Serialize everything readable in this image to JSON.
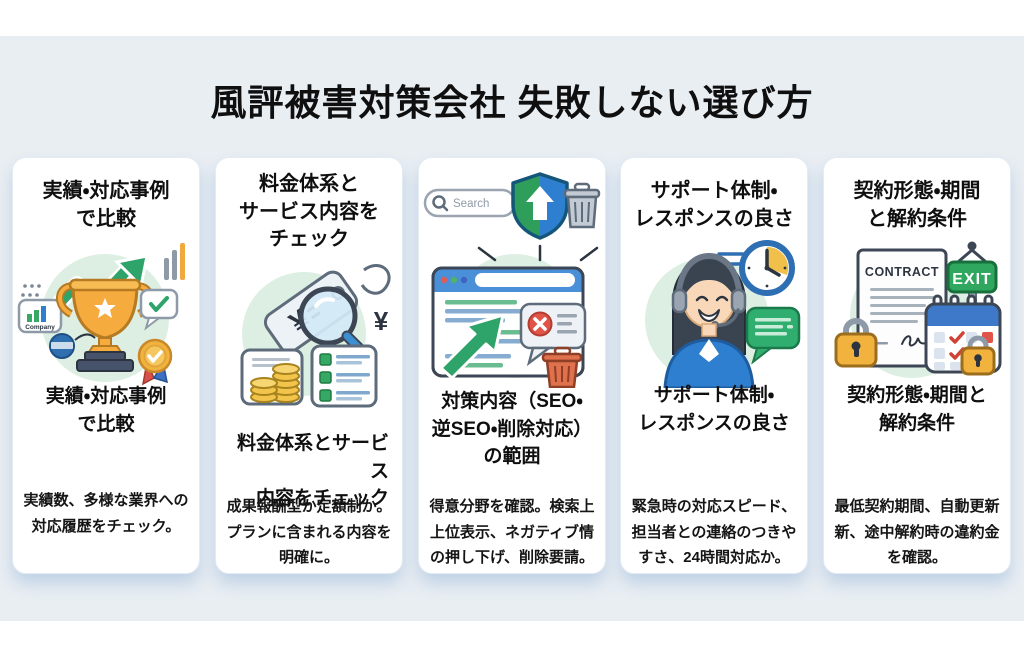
{
  "title": "風評被害対策会社 失敗しない選び方",
  "colors": {
    "page_background": "#ffffff",
    "panel_background": "#e9eef3",
    "card_background": "#ffffff",
    "heading_text": "#0f0f0f",
    "accent_green": "#2ea36a",
    "accent_blue": "#2f7fd0",
    "accent_gold": "#f2ae3c",
    "mint_circle": "#dcefe2"
  },
  "cards": [
    {
      "id": "results-comparison",
      "top_heading": "実績・対応事例\nで比較",
      "mid_heading": "実績・対応事例\nで比較",
      "description": "実績数、多様な業界への\n対応履歴をチェック。",
      "illustration": "trophy-growth-arrow-medal",
      "labels": {
        "badge": "Company"
      }
    },
    {
      "id": "pricing-check",
      "top_heading": "料金体系と\nサービス内容を\nチェック",
      "mid_heading": "料金体系とサービス\n内容をチェック",
      "description": "成果報酬型か定額制か。\nプランに含まれる内容を\n明確に。",
      "illustration": "price-tag-magnifier-coins-checklist",
      "labels": {
        "yen_on_tag": "¥",
        "yen": "¥"
      }
    },
    {
      "id": "service-scope",
      "top_heading": "",
      "mid_heading": "対策内容（SEO・\n逆SEO・削除対応）\nの範囲",
      "description": "得意分野を確認。検索上\n上位表示、ネガティブ情\nの押し下げ、削除要請。",
      "illustration": "shield-search-browser-removal",
      "labels": {
        "search": "Search"
      }
    },
    {
      "id": "support-response",
      "top_heading": "サポート体制・\nレスポンスの良さ",
      "mid_heading": "サポート体制・\nレスポンスの良さ",
      "description": "緊急時の対応スピード、\n担当者との連絡のつきや\nすさ、24時間対応か。",
      "illustration": "support-agent-clock-chat",
      "labels": {}
    },
    {
      "id": "contract-terms",
      "top_heading": "契約形態・期間\nと解約条件",
      "mid_heading": "契約形態・期間と\n解約条件",
      "description": "最低契約期間、自動更新\n新、途中解約時の違約金\nを確認。",
      "illustration": "contract-exit-calendar-locks",
      "labels": {
        "contract": "CONTRACT",
        "exit": "EXIT"
      }
    }
  ]
}
